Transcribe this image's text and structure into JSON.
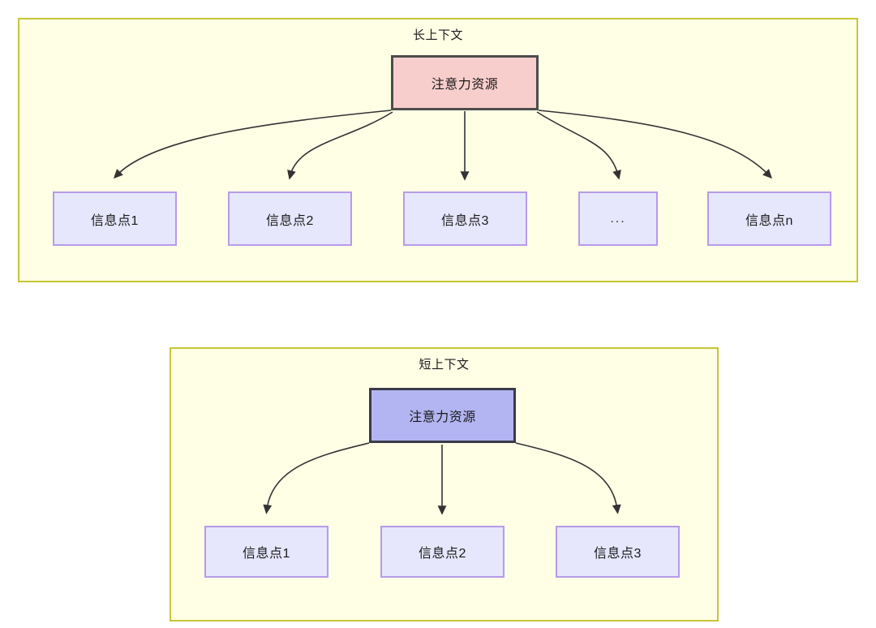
{
  "diagram": {
    "title_hidden": "",
    "panels": [
      {
        "id": "long-context",
        "title": "长上下文",
        "root": {
          "label": "注意力资源",
          "fill": "#F8CECC",
          "stroke": "#4D4D4D"
        },
        "children": [
          {
            "label": "信息点1"
          },
          {
            "label": "信息点2"
          },
          {
            "label": "信息点3"
          },
          {
            "label": "..."
          },
          {
            "label": "信息点n"
          }
        ]
      },
      {
        "id": "short-context",
        "title": "短上下文",
        "root": {
          "label": "注意力资源",
          "fill": "#B3B5F2",
          "stroke": "#3A3A48"
        },
        "children": [
          {
            "label": "信息点1"
          },
          {
            "label": "信息点2"
          },
          {
            "label": "信息点3"
          }
        ]
      }
    ],
    "colors": {
      "panel_fill": "#FFFFE6",
      "panel_border": "#C8C436",
      "info_fill": "#E6E6FC",
      "info_border": "#B79BE8",
      "edge": "#333333",
      "text": "#1A1A1A"
    }
  }
}
